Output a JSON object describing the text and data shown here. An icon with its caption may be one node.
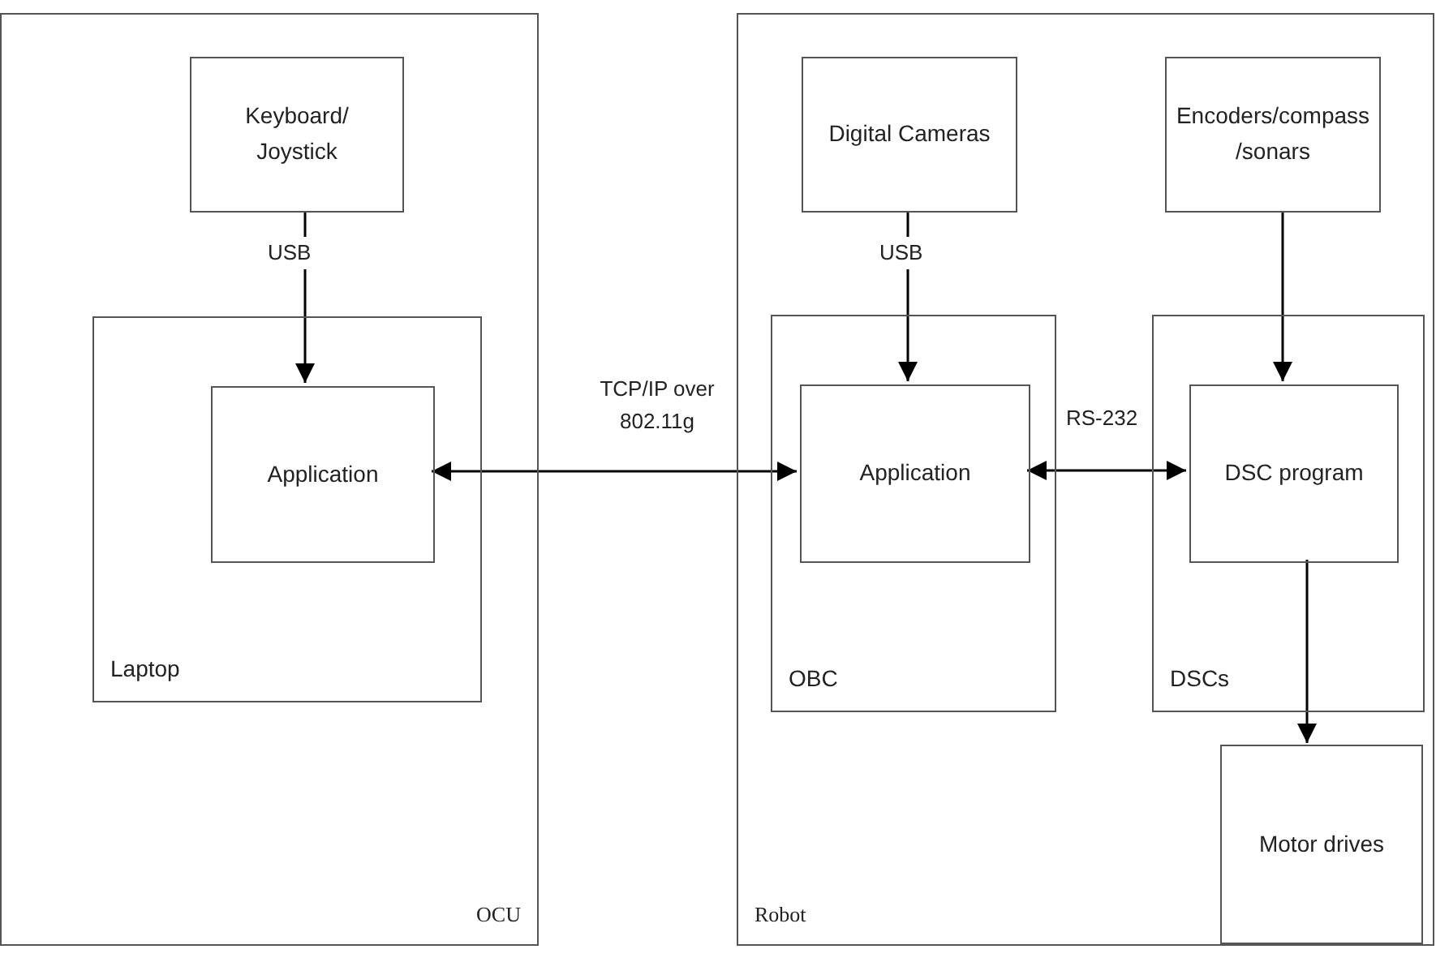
{
  "diagram": {
    "nodes": [
      {
        "text": [
          "OCU"
        ]
      },
      {
        "text": [
          "Keyboard/ Joystick"
        ],
        "in": 0
      },
      {
        "text": [
          "Laptop"
        ],
        "in": 0
      },
      {
        "text": [
          "Application"
        ],
        "in": 2
      },
      {
        "text": [
          "Robot"
        ]
      },
      {
        "text": [
          "Digital Cameras"
        ],
        "in": 4
      },
      {
        "text": [
          "Encoders/compass /sonars"
        ],
        "in": 4
      },
      {
        "text": [
          "OBC"
        ],
        "in": 4
      },
      {
        "text": [
          "Application"
        ],
        "in": 7
      },
      {
        "text": [
          "DSCs"
        ],
        "in": 4
      },
      {
        "text": [
          "DSC program"
        ],
        "in": 9
      },
      {
        "text": [
          "Motor drives"
        ],
        "in": 4
      }
    ],
    "edges": [
      {
        "from": 1,
        "to": 3,
        "arrow": "to",
        "label": "USB"
      },
      {
        "from": 5,
        "to": 8,
        "arrow": "to",
        "label": "USB"
      },
      {
        "from": 6,
        "to": 10,
        "arrow": "to"
      },
      {
        "from": 3,
        "to": 8,
        "arrow": "both",
        "label": "TCP/IP over 802.11g"
      },
      {
        "from": 8,
        "to": 10,
        "arrow": "both",
        "label": "RS-232"
      },
      {
        "from": 10,
        "to": 11,
        "arrow": "to"
      }
    ]
  }
}
